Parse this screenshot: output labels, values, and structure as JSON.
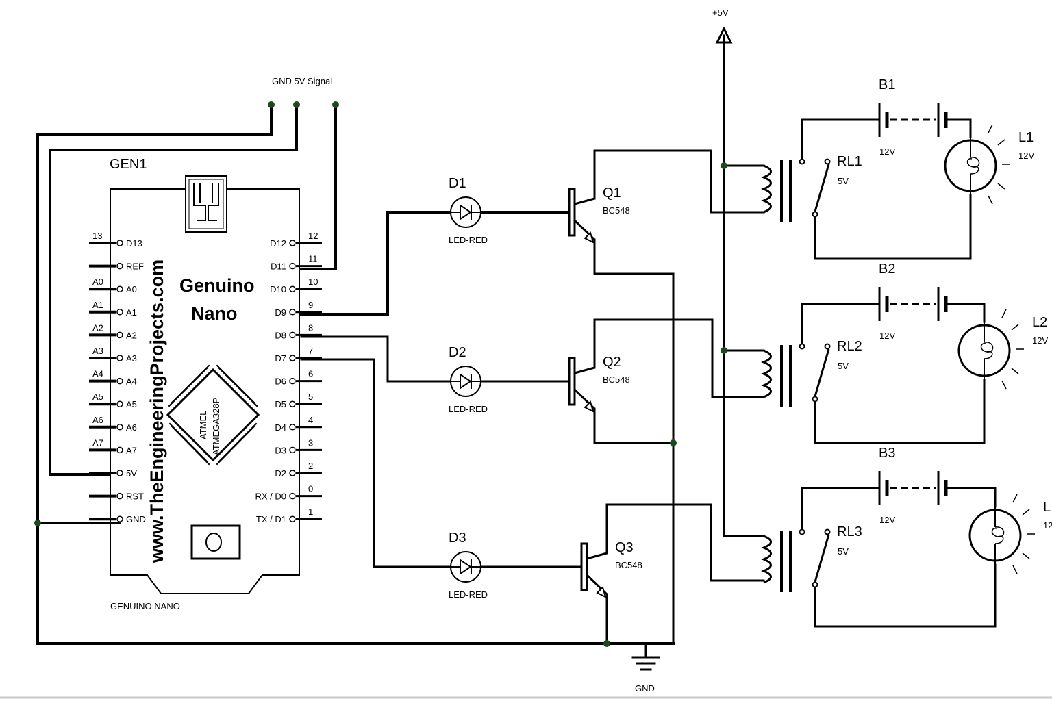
{
  "header_connector": "GND 5V Signal",
  "supply_label": "+5V",
  "ground_label": "GND",
  "board": {
    "ref": "GEN1",
    "title_line1": "Genuino",
    "title_line2": "Nano",
    "footer": "GENUINO NANO",
    "website": "www.TheEngineeringProjects.com",
    "chip_line1": "ATMEL",
    "chip_line2": "ATMEGA328P"
  },
  "left_pins": [
    {
      "num": "13",
      "name": "D13"
    },
    {
      "num": "",
      "name": "REF"
    },
    {
      "num": "A0",
      "name": "A0"
    },
    {
      "num": "A1",
      "name": "A1"
    },
    {
      "num": "A2",
      "name": "A2"
    },
    {
      "num": "A3",
      "name": "A3"
    },
    {
      "num": "A4",
      "name": "A4"
    },
    {
      "num": "A5",
      "name": "A5"
    },
    {
      "num": "A6",
      "name": "A6"
    },
    {
      "num": "A7",
      "name": "A7"
    },
    {
      "num": "",
      "name": "5V"
    },
    {
      "num": "",
      "name": "RST"
    },
    {
      "num": "",
      "name": "GND"
    }
  ],
  "right_pins": [
    {
      "num": "12",
      "name": "D12"
    },
    {
      "num": "11",
      "name": "D11"
    },
    {
      "num": "10",
      "name": "D10"
    },
    {
      "num": "9",
      "name": "D9"
    },
    {
      "num": "8",
      "name": "D8"
    },
    {
      "num": "7",
      "name": "D7"
    },
    {
      "num": "6",
      "name": "D6"
    },
    {
      "num": "5",
      "name": "D5"
    },
    {
      "num": "4",
      "name": "D4"
    },
    {
      "num": "3",
      "name": "D3"
    },
    {
      "num": "2",
      "name": "D2"
    },
    {
      "num": "0",
      "name": "RX / D0"
    },
    {
      "num": "1",
      "name": "TX / D1"
    }
  ],
  "leds": [
    {
      "ref": "D1",
      "value": "LED-RED"
    },
    {
      "ref": "D2",
      "value": "LED-RED"
    },
    {
      "ref": "D3",
      "value": "LED-RED"
    }
  ],
  "transistors": [
    {
      "ref": "Q1",
      "value": "BC548"
    },
    {
      "ref": "Q2",
      "value": "BC548"
    },
    {
      "ref": "Q3",
      "value": "BC548"
    }
  ],
  "relays": [
    {
      "ref": "RL1",
      "value": "5V"
    },
    {
      "ref": "RL2",
      "value": "5V"
    },
    {
      "ref": "RL3",
      "value": "5V"
    }
  ],
  "batteries": [
    {
      "ref": "B1",
      "value": "12V"
    },
    {
      "ref": "B2",
      "value": "12V"
    },
    {
      "ref": "B3",
      "value": "12V"
    }
  ],
  "lamps": [
    {
      "ref": "L1",
      "value": "12V"
    },
    {
      "ref": "L2",
      "value": "12V"
    },
    {
      "ref": "L",
      "value": "12"
    }
  ]
}
